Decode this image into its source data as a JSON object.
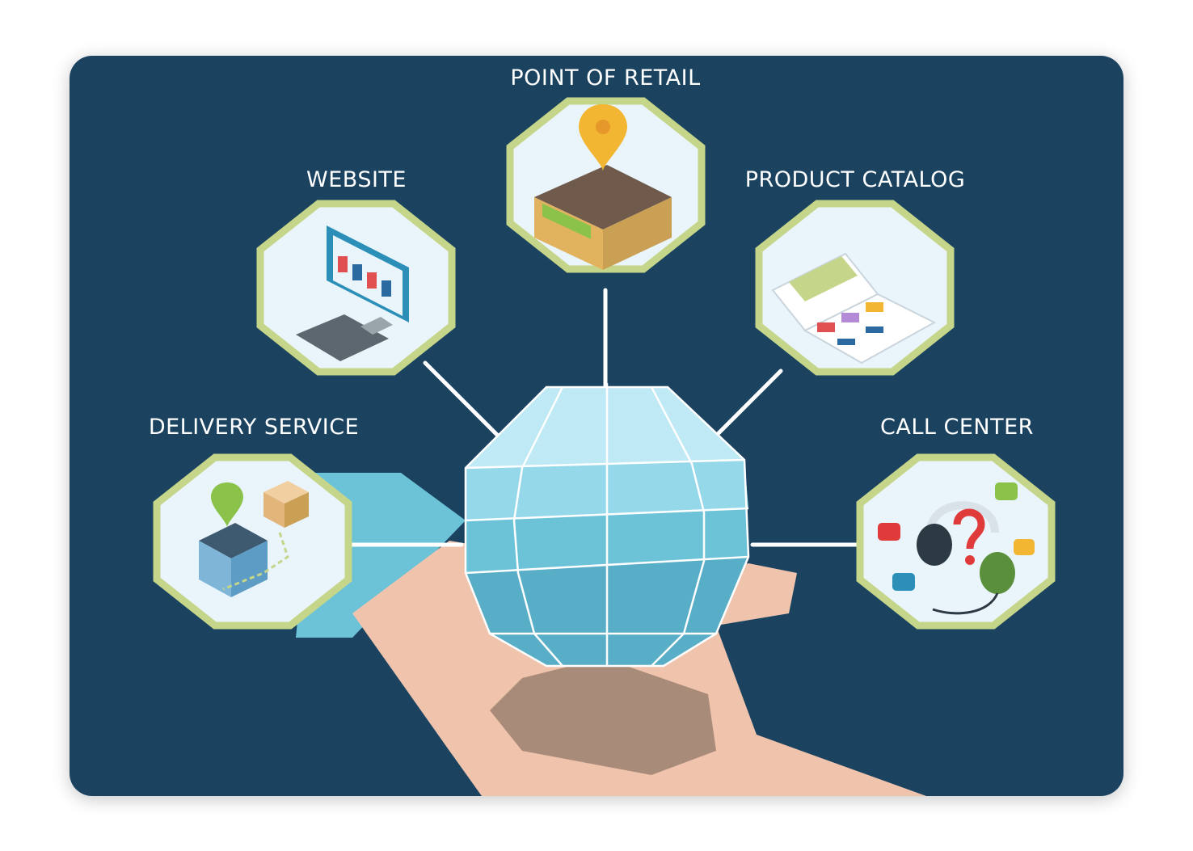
{
  "colors": {
    "background": "#1b4360",
    "node_ring": "#c5d68a",
    "node_fill": "#e9f4fb",
    "connector": "#ffffff",
    "globe": "#6cc3d8",
    "hand": "#f0c3ad",
    "palm_shadow": "#a98b7a"
  },
  "center": {
    "icon": "globe-on-hand-icon"
  },
  "nodes": [
    {
      "label": "POINT OF RETAIL",
      "icon": "store-icon"
    },
    {
      "label": "WEBSITE",
      "icon": "computer-store-icon"
    },
    {
      "label": "PRODUCT CATALOG",
      "icon": "catalog-icon"
    },
    {
      "label": "DELIVERY SERVICE",
      "icon": "house-delivery-icon"
    },
    {
      "label": "CALL CENTER",
      "icon": "headset-icon"
    }
  ]
}
